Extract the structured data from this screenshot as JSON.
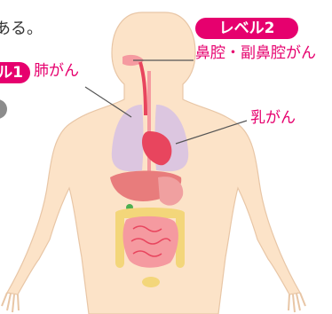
{
  "intro_text": "ある。",
  "level2_badge": "レベル2",
  "level1_badge": "ル1",
  "label_nasal": "鼻腔・副鼻腔がん",
  "label_lung": "肺がん",
  "label_breast": "乳がん",
  "colors": {
    "accent": "#e6006e",
    "skin": "#fce3c8",
    "lung": "#dcc6e0",
    "heart": "#e8455e",
    "liver": "#e87c7c",
    "intestine": "#f3d67a",
    "small_intestine": "#f59aa0",
    "leader_line": "#555555"
  },
  "icons": [
    "human-body-illustration"
  ]
}
